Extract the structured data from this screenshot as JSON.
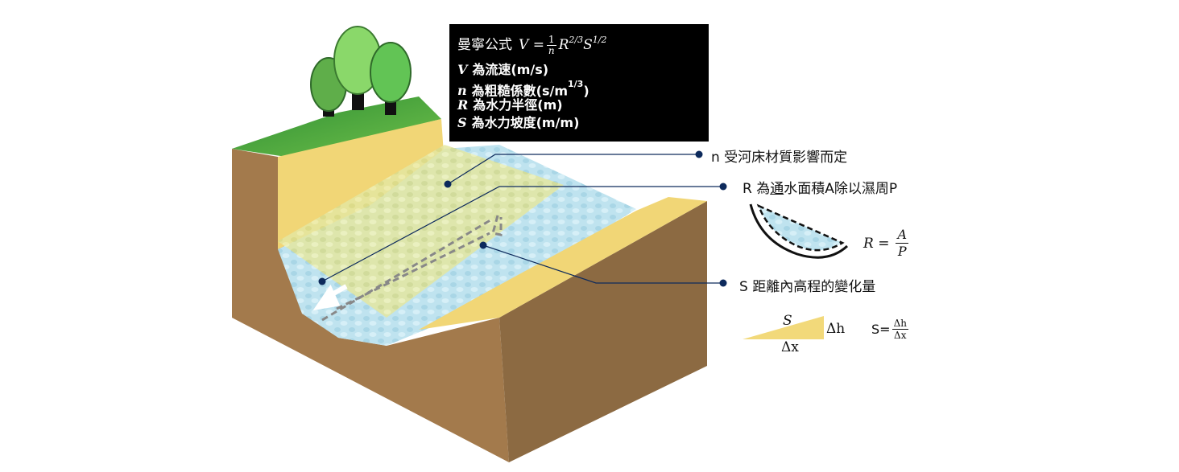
{
  "formula": {
    "title": "曼寧公式",
    "equation": {
      "lhs": "V",
      "eq": "=",
      "frac_num": "1",
      "frac_den": "n",
      "r": "R",
      "r_exp": "2/3",
      "s": "S",
      "s_exp": "1/2"
    },
    "definitions": [
      {
        "var": "V",
        "text": "為流速(m/s)"
      },
      {
        "var": "n",
        "text": "為粗糙係數(s/m",
        "sup": "1/3",
        "tail": ")"
      },
      {
        "var": "R",
        "text": "為水力半徑(m)"
      },
      {
        "var": "S",
        "text": "為水力坡度(m/m)"
      }
    ]
  },
  "annotations": {
    "n_label": "n 受河床材質影響而定",
    "r_label_pre": "R 為",
    "r_label_under": "通",
    "r_label_post": "水面積A除以濕周P",
    "s_label": "S 距離內高程的變化量"
  },
  "r_equation": {
    "lhs": "R =",
    "num": "A",
    "den": "P"
  },
  "slope_triangle": {
    "hyp": "S",
    "rise": "Δh",
    "run": "Δx"
  },
  "s_equation": {
    "lhs": "S=",
    "num": "Δh",
    "den": "Δx"
  },
  "colors": {
    "grass": "#3a9a3a",
    "soil": "#9a7248",
    "sand": "#f2d97a",
    "water": "#bfe3ef",
    "marker": "#0d2a5c"
  }
}
